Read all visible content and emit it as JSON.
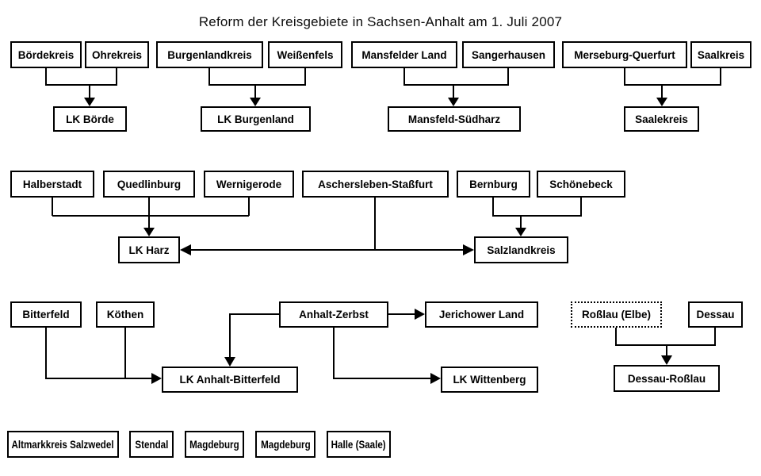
{
  "title": "Reform der Kreisgebiete in Sachsen-Anhalt am 1. Juli 2007",
  "nodes": {
    "boerdekreis": "Bördekreis",
    "ohrekreis": "Ohrekreis",
    "lk_boerde": "LK Börde",
    "burgenlandkreis": "Burgenlandkreis",
    "weissenfels": "Weißenfels",
    "lk_burgenland": "LK Burgenland",
    "mansfelder_land": "Mansfelder Land",
    "sangerhausen": "Sangerhausen",
    "mansfeld_suedharz": "Mansfeld-Südharz",
    "merseburg_querfurt": "Merseburg-Querfurt",
    "saalkreis": "Saalkreis",
    "saalekreis": "Saalekreis",
    "halberstadt": "Halberstadt",
    "quedlinburg": "Quedlinburg",
    "wernigerode": "Wernigerode",
    "aschersleben_stassfurt": "Aschersleben-Staßfurt",
    "bernburg": "Bernburg",
    "schoenebeck": "Schönebeck",
    "lk_harz": "LK Harz",
    "salzlandkreis": "Salzlandkreis",
    "bitterfeld": "Bitterfeld",
    "koethen": "Köthen",
    "anhalt_zerbst": "Anhalt-Zerbst",
    "jerichower_land": "Jerichower Land",
    "lk_anhalt_bitterfeld": "LK Anhalt-Bitterfeld",
    "lk_wittenberg": "LK Wittenberg",
    "rosslau_elbe": "Roßlau (Elbe)",
    "dessau": "Dessau",
    "dessau_rosslau": "Dessau-Roßlau",
    "altmarkkreis_salzwedel": "Altmarkkreis Salzwedel",
    "stendal": "Stendal",
    "magdeburg_1": "Magdeburg",
    "magdeburg_2": "Magdeburg",
    "halle_saale": "Halle (Saale)"
  },
  "mergers": [
    {
      "sources": [
        "Bördekreis",
        "Ohrekreis"
      ],
      "result": "LK Börde"
    },
    {
      "sources": [
        "Burgenlandkreis",
        "Weißenfels"
      ],
      "result": "LK Burgenland"
    },
    {
      "sources": [
        "Mansfelder Land",
        "Sangerhausen"
      ],
      "result": "Mansfeld-Südharz"
    },
    {
      "sources": [
        "Merseburg-Querfurt",
        "Saalkreis"
      ],
      "result": "Saalekreis"
    },
    {
      "sources": [
        "Halberstadt",
        "Quedlinburg",
        "Wernigerode",
        "Aschersleben-Staßfurt"
      ],
      "result": "LK Harz"
    },
    {
      "sources": [
        "Aschersleben-Staßfurt",
        "Bernburg",
        "Schönebeck"
      ],
      "result": "Salzlandkreis"
    },
    {
      "sources": [
        "Bitterfeld",
        "Köthen",
        "Anhalt-Zerbst"
      ],
      "result": "LK Anhalt-Bitterfeld"
    },
    {
      "sources": [
        "Anhalt-Zerbst"
      ],
      "result": "Jerichower Land"
    },
    {
      "sources": [
        "Anhalt-Zerbst"
      ],
      "result": "LK Wittenberg"
    },
    {
      "sources": [
        "Roßlau (Elbe)",
        "Dessau"
      ],
      "result": "Dessau-Roßlau"
    }
  ],
  "unchanged": [
    "Altmarkkreis Salzwedel",
    "Stendal",
    "Magdeburg",
    "Magdeburg",
    "Halle (Saale)"
  ],
  "colors": {
    "line": "#000000",
    "border": "#000000",
    "background": "#ffffff",
    "text": "#000000"
  }
}
